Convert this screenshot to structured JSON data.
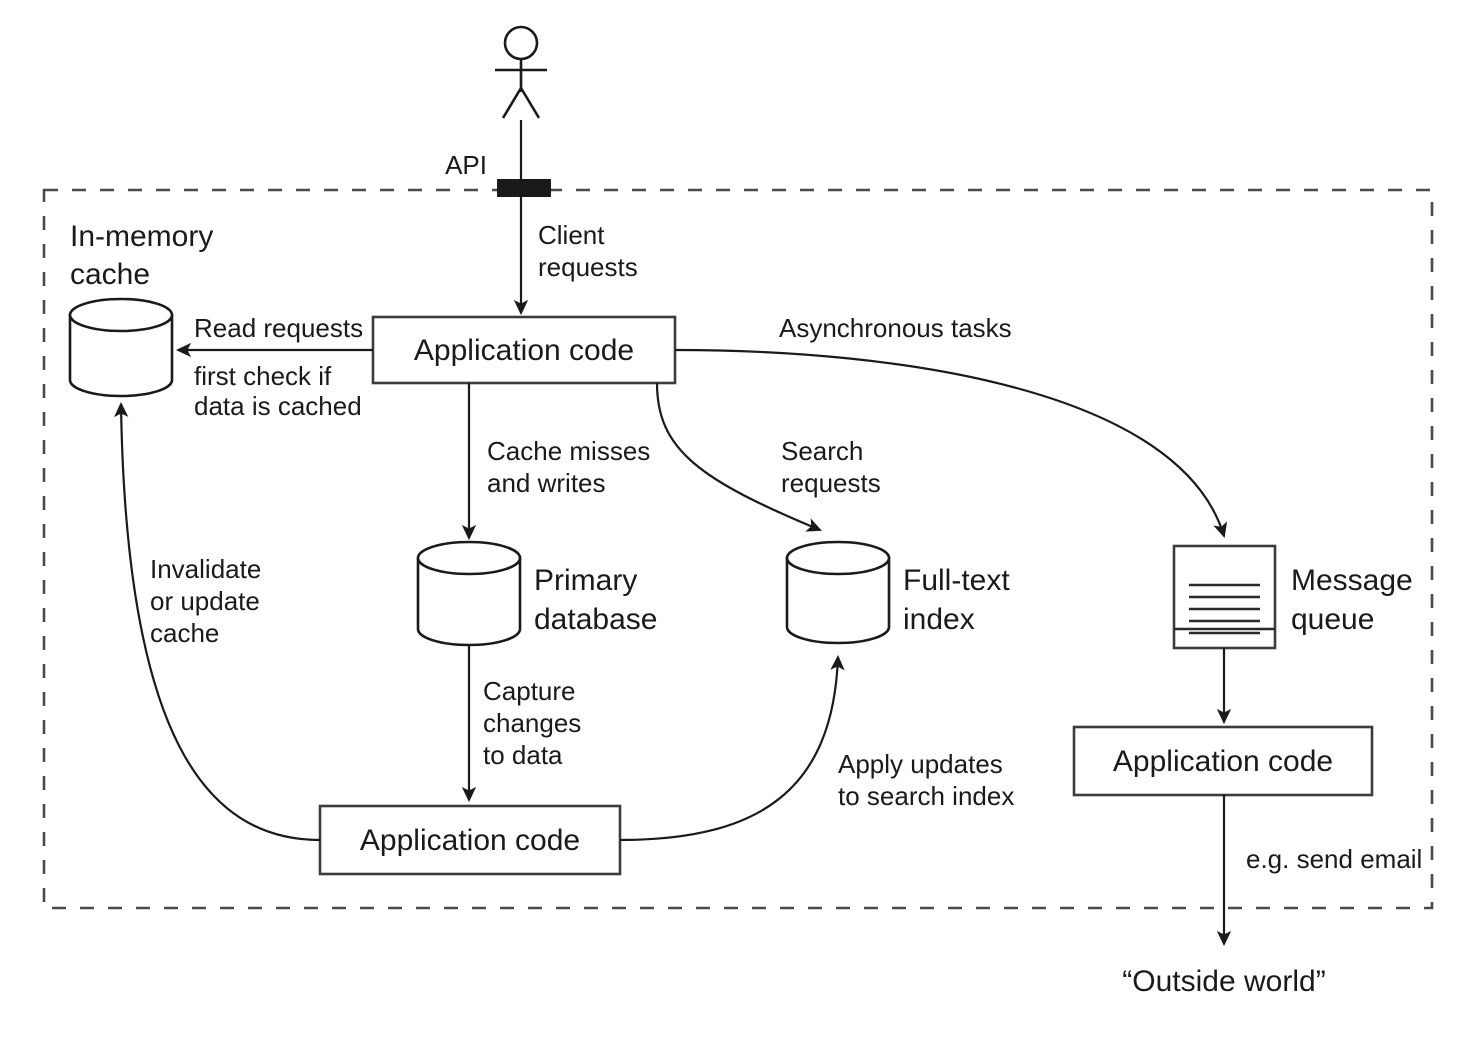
{
  "diagram": {
    "title": "System architecture with cache, database, search index and message queue",
    "boundary_label": "internal system boundary (dashed)",
    "colors": {
      "stroke": "#1a1a1a",
      "box_stroke": "#3c3c3c",
      "boundary_stroke": "#4a4a4a",
      "background": "#ffffff",
      "api_bar": "#1a1a1a"
    }
  },
  "nodes": {
    "actor": {
      "name": "client-actor",
      "label": ""
    },
    "api_gateway": {
      "label": "API"
    },
    "in_memory_cache": {
      "heading_line1": "In-memory",
      "heading_line2": "cache"
    },
    "application_code_main": {
      "label": "Application code"
    },
    "primary_database": {
      "label_line1": "Primary",
      "label_line2": "database"
    },
    "full_text_index": {
      "label_line1": "Full-text",
      "label_line2": "index"
    },
    "message_queue": {
      "label_line1": "Message",
      "label_line2": "queue"
    },
    "application_code_cdc": {
      "label": "Application code"
    },
    "application_code_worker": {
      "label": "Application code"
    },
    "outside_world": {
      "label": "“Outside world”"
    }
  },
  "edges": [
    {
      "id": "client-requests",
      "line1": "Client",
      "line2": "requests",
      "from": "actor",
      "to": "application_code_main"
    },
    {
      "id": "read-requests",
      "line1": "Read requests",
      "line2": "first check if",
      "line3": "data is cached",
      "from": "application_code_main",
      "to": "in_memory_cache"
    },
    {
      "id": "cache-misses",
      "line1": "Cache misses",
      "line2": "and writes",
      "from": "application_code_main",
      "to": "primary_database"
    },
    {
      "id": "search-requests",
      "line1": "Search",
      "line2": "requests",
      "from": "application_code_main",
      "to": "full_text_index"
    },
    {
      "id": "asynchronous-tasks",
      "line1": "Asynchronous tasks",
      "from": "application_code_main",
      "to": "message_queue"
    },
    {
      "id": "capture-changes",
      "line1": "Capture",
      "line2": "changes",
      "line3": "to data",
      "from": "primary_database",
      "to": "application_code_cdc"
    },
    {
      "id": "invalidate-cache",
      "line1": "Invalidate",
      "line2": "or update",
      "line3": "cache",
      "from": "application_code_cdc",
      "to": "in_memory_cache"
    },
    {
      "id": "apply-updates",
      "line1": "Apply updates",
      "line2": "to search index",
      "from": "application_code_cdc",
      "to": "full_text_index"
    },
    {
      "id": "queue-to-worker",
      "line1": "",
      "from": "message_queue",
      "to": "application_code_worker"
    },
    {
      "id": "send-email",
      "line1": "e.g. send email",
      "from": "application_code_worker",
      "to": "outside_world"
    }
  ]
}
